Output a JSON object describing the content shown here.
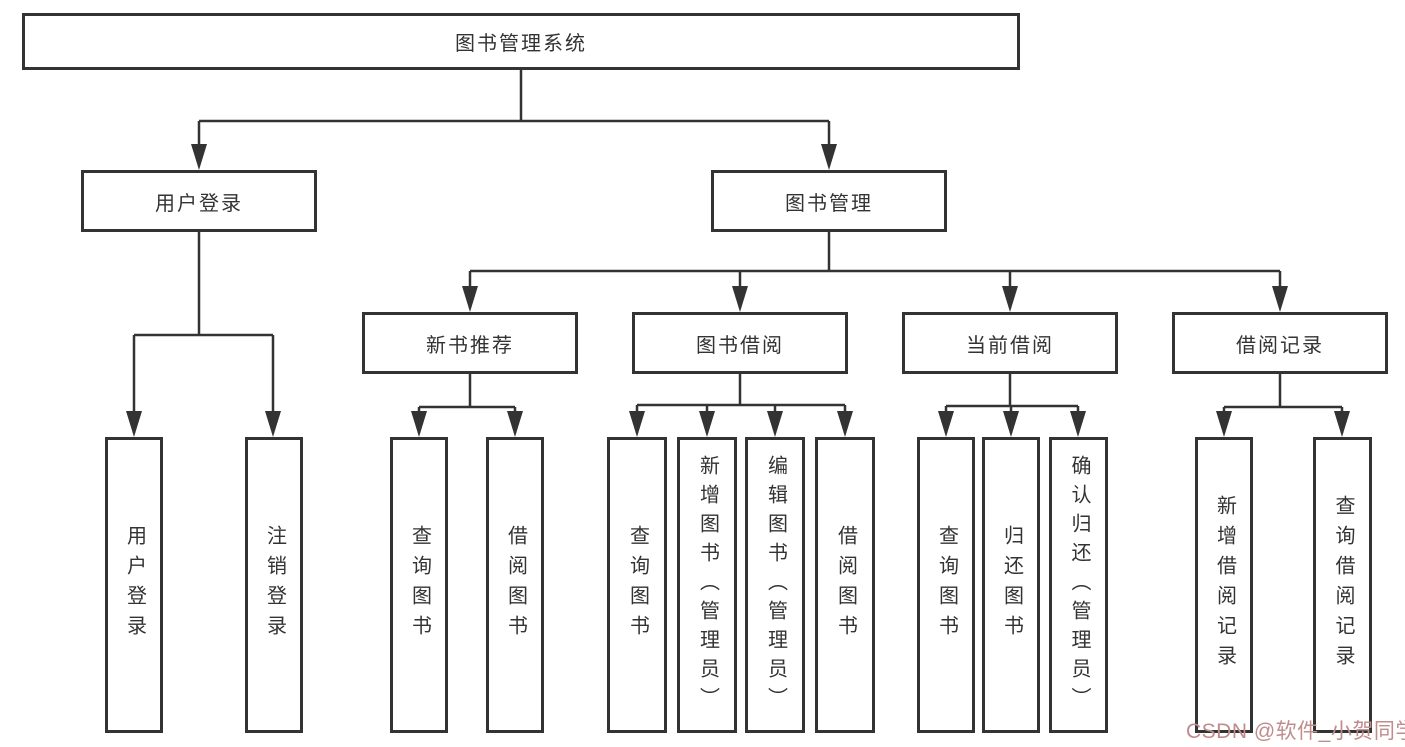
{
  "nodes": {
    "root": {
      "label": "图书管理系统"
    },
    "user_login": {
      "label": "用户登录"
    },
    "book_mgmt": {
      "label": "图书管理"
    },
    "new_book_rec": {
      "label": "新书推荐"
    },
    "book_borrow": {
      "label": "图书借阅"
    },
    "current_borrow": {
      "label": "当前借阅"
    },
    "borrow_records": {
      "label": "借阅记录"
    },
    "leaf_user_login": {
      "label": "用户登录"
    },
    "leaf_logout": {
      "label": "注销登录"
    },
    "leaf_nbr_query_book": {
      "label": "查询图书"
    },
    "leaf_nbr_borrow_book": {
      "label": "借阅图书"
    },
    "leaf_bb_query_book": {
      "label": "查询图书"
    },
    "leaf_bb_add_book": {
      "label": "新增图书（管理员）"
    },
    "leaf_bb_edit_book": {
      "label": "编辑图书（管理员）"
    },
    "leaf_bb_borrow_book": {
      "label": "借阅图书"
    },
    "leaf_cb_query_book": {
      "label": "查询图书"
    },
    "leaf_cb_return_book": {
      "label": "归还图书"
    },
    "leaf_cb_confirm_return": {
      "label": "确认归还（管理员）"
    },
    "leaf_br_add_record": {
      "label": "新增借阅记录"
    },
    "leaf_br_query_record": {
      "label": "查询借阅记录"
    }
  },
  "watermark": {
    "text": "CSDN @软件_小贺同学",
    "color": "#c08c8c"
  },
  "colors": {
    "line": "#333333",
    "box_border": "#333333",
    "text": "#333333",
    "background": "#ffffff"
  }
}
